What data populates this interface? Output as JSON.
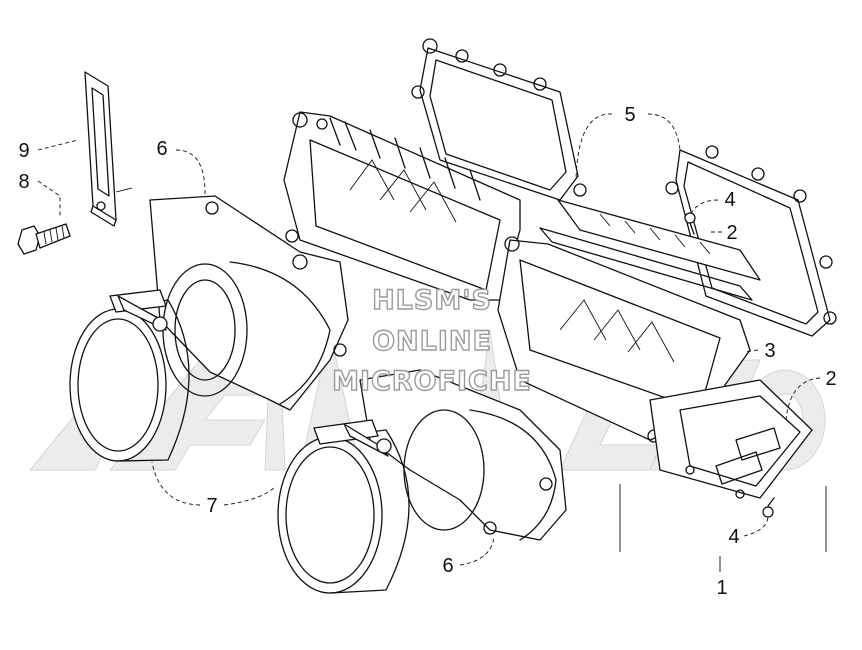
{
  "watermark": {
    "line1": "HLSM'S",
    "line2": "ONLINE",
    "line3": "MICROFICHE"
  },
  "callouts": {
    "c1": "1",
    "c2a": "2",
    "c2b": "2",
    "c3": "3",
    "c4a": "4",
    "c4b": "4",
    "c5": "5",
    "c6a": "6",
    "c6b": "6",
    "c7": "7",
    "c8": "8",
    "c9": "9"
  }
}
